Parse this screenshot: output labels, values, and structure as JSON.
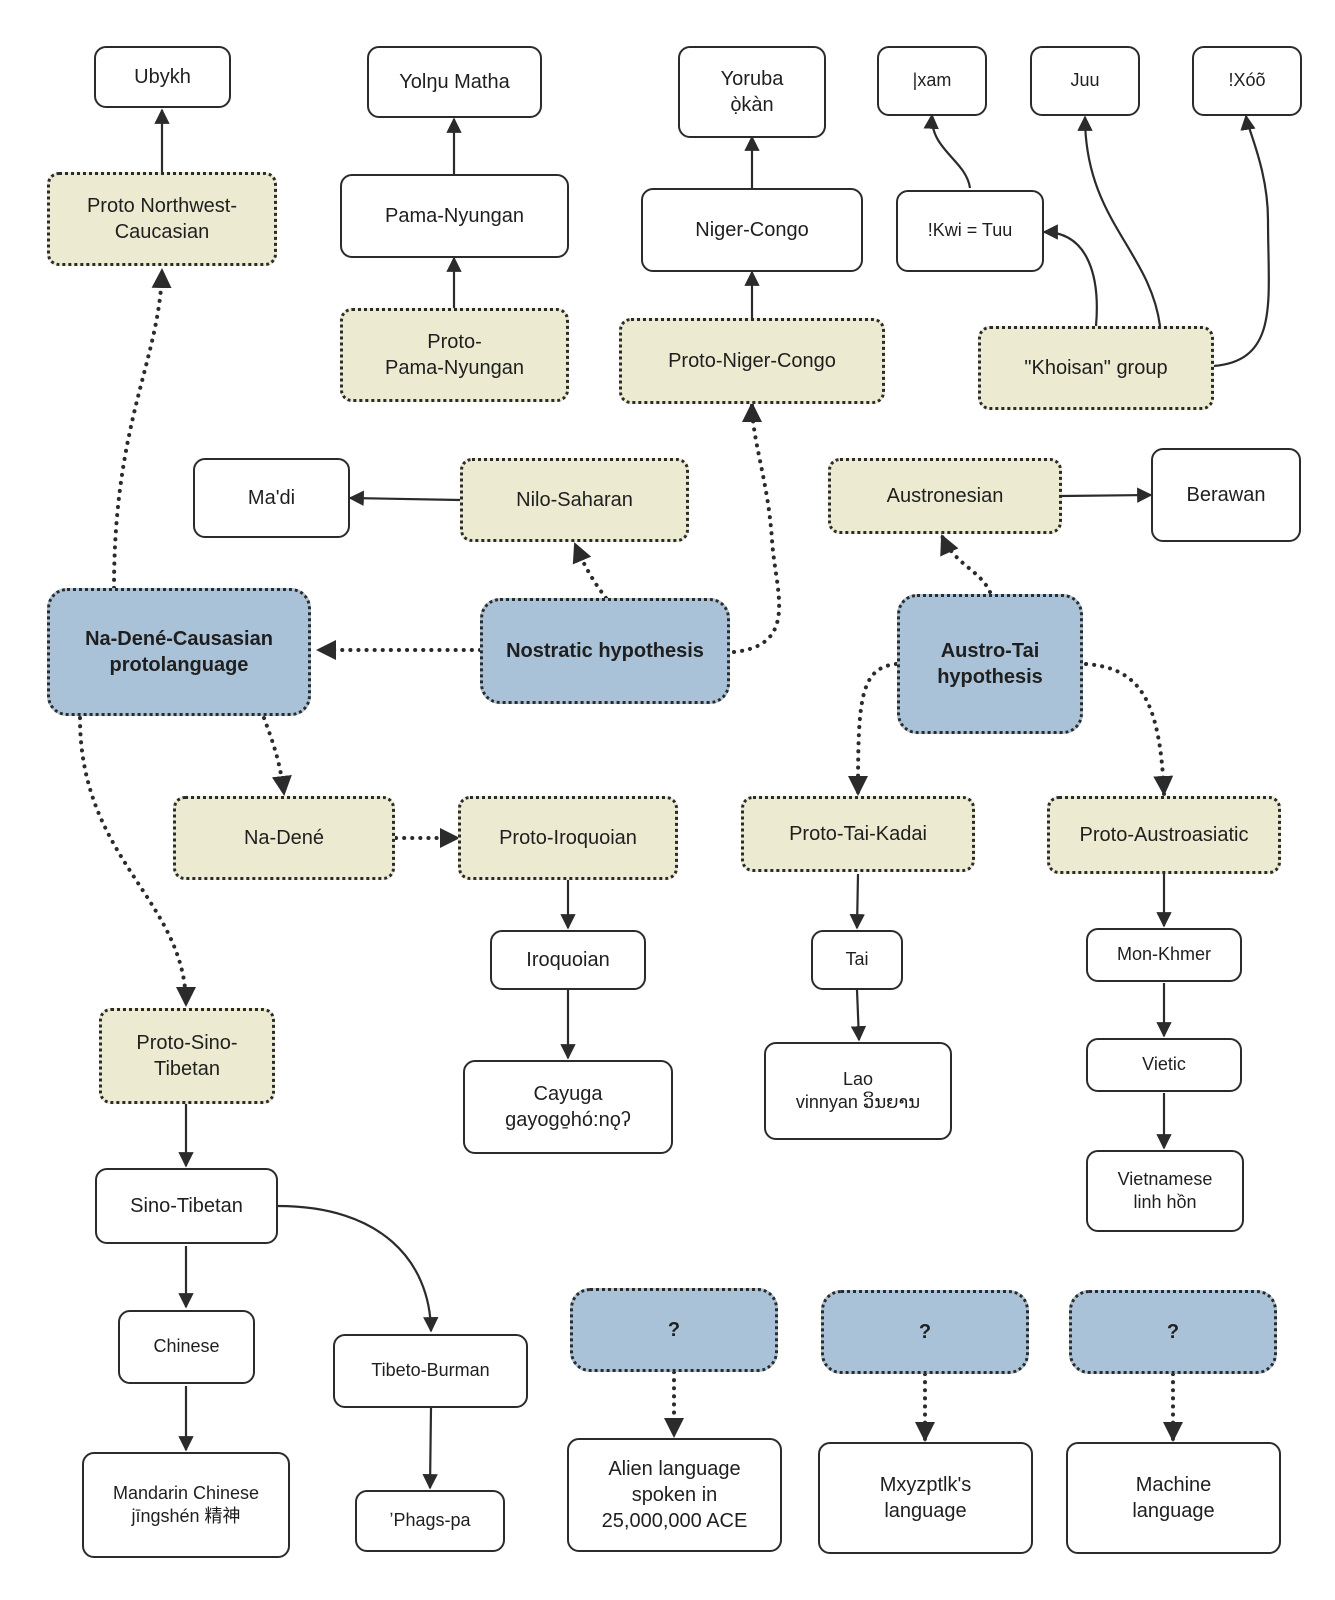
{
  "colors": {
    "proto_fill": "#ecebd1",
    "hypothesis_fill": "#a9c2d8",
    "outline": "#2b2b2b"
  },
  "nodes": {
    "ubykh": "Ubykh",
    "proto_nw_caucasian": "Proto Northwest-\nCaucasian",
    "yolngu_matha": "Yolŋu Matha",
    "pama_nyungan": "Pama-Nyungan",
    "proto_pama_nyungan": "Proto-\nPama-Nyungan",
    "yoruba": "Yoruba\nọ̀kàn",
    "niger_congo": "Niger-Congo",
    "proto_niger_congo": "Proto-Niger-Congo",
    "xam": "|xam",
    "juu": "Juu",
    "xoo": "!Xóõ",
    "kwi_tuu": "!Kwi = Tuu",
    "khoisan": "\"Khoisan\" group",
    "madi": "Ma'di",
    "nilo_saharan": "Nilo-Saharan",
    "austronesian": "Austronesian",
    "berawan": "Berawan",
    "na_dene_caucasian": "Na-Dené-Causasian\nprotolanguage",
    "nostratic": "Nostratic hypothesis",
    "austro_tai": "Austro-Tai\nhypothesis",
    "na_dene": "Na-Dené",
    "proto_iroquoian": "Proto-Iroquoian",
    "proto_tai_kadai": "Proto-Tai-Kadai",
    "proto_austroasiatic": "Proto-Austroasiatic",
    "iroquoian": "Iroquoian",
    "tai": "Tai",
    "mon_khmer": "Mon-Khmer",
    "proto_sino_tibetan": "Proto-Sino-\nTibetan",
    "cayuga": "Cayuga\ngayogo̱hó:nǫʔ",
    "lao": "Lao\nvinnyan ວິນຍານ",
    "vietic": "Vietic",
    "vietnamese": "Vietnamese\nlinh hồn",
    "sino_tibetan": "Sino-Tibetan",
    "chinese": "Chinese",
    "tibeto_burman": "Tibeto-Burman",
    "mandarin": "Mandarin Chinese\njīngshén 精神",
    "phagspa": "ʼPhags-pa",
    "unknown1": "?",
    "unknown2": "?",
    "unknown3": "?",
    "alien": "Alien language\nspoken in\n25,000,000 ACE",
    "mxyzptlk": "Mxyzptlk's\nlanguage",
    "machine": "Machine\nlanguage"
  }
}
